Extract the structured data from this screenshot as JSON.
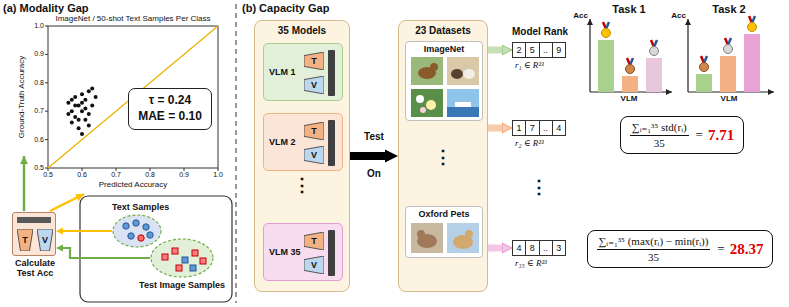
{
  "diagram": {
    "nodes": [
      {
        "text": [
          "τ = 0.24",
          "MAE = 0.10"
        ]
      },
      {
        "text": [
          "Calculate Test Acc"
        ]
      },
      {
        "text": [
          "T"
        ],
        "in": 1
      },
      {
        "text": [
          "V"
        ],
        "in": 1
      },
      {
        "text": [
          "Text Samples"
        ]
      },
      {
        "text": [
          "Test Image Samples"
        ]
      },
      {
        "text": [
          "35 Models"
        ]
      },
      {
        "text": [
          "VLM 1"
        ],
        "in": 6
      },
      {
        "text": [
          "T"
        ],
        "in": 7
      },
      {
        "text": [
          "V"
        ],
        "in": 7
      },
      {
        "text": [
          "VLM 2"
        ],
        "in": 6
      },
      {
        "text": [
          "T"
        ],
        "in": 10
      },
      {
        "text": [
          "V"
        ],
        "in": 10
      },
      {
        "text": [
          "VLM 35"
        ],
        "in": 6
      },
      {
        "text": [
          "T"
        ],
        "in": 13
      },
      {
        "text": [
          "V"
        ],
        "in": 13
      },
      {
        "text": [
          "23 Datasets"
        ]
      },
      {
        "text": [
          "ImageNet"
        ],
        "in": 16
      },
      {
        "text": [
          "Oxford Pets"
        ],
        "in": 16
      },
      {
        "text": [
          "2",
          "5",
          "..",
          "9"
        ]
      },
      {
        "text": [
          "1",
          "7",
          "..",
          "4"
        ]
      },
      {
        "text": [
          "4",
          "8",
          "..",
          "3"
        ]
      },
      {
        "text": [
          "∑ᵢ₌₁³⁵ std(rᵢ)",
          "35",
          "=",
          "7.71"
        ]
      },
      {
        "text": [
          "∑ᵢ₌₁³⁵ (max(rᵢ) − min(rᵢ))",
          "35",
          "=",
          "28.37"
        ]
      }
    ],
    "edges": [
      {
        "from": 4,
        "to": 1,
        "arrow": "to"
      },
      {
        "from": 5,
        "to": 1,
        "arrow": "to"
      },
      {
        "from": 6,
        "to": 16,
        "arrow": "to"
      },
      {
        "from": 16,
        "to": 19,
        "arrow": "to"
      },
      {
        "from": 16,
        "to": 20,
        "arrow": "to"
      },
      {
        "from": 16,
        "to": 21,
        "arrow": "to"
      }
    ],
    "labels": [
      "(a) Modality Gap",
      "ImageNet / 50-shot Text Samples Per Class",
      "Ground-Truth Accuracy",
      "1.0",
      "0.9",
      "0.8",
      "0.7",
      "0.6",
      "0.5",
      "0.5",
      "0.6",
      "0.7",
      "0.8",
      "0.9",
      "1.0",
      "Predicted Accuracy",
      "(b) Capacity Gap",
      "Test",
      "On",
      "⋮",
      "⋮",
      "Model Rank",
      "r₁ ∈ R²³",
      "r₂ ∈ R²³",
      "⋮",
      "r₃₅ ∈ R²³",
      "Task 1",
      "Acc",
      "VLM",
      "Task 2",
      "Acc",
      "VLM"
    ]
  }
}
